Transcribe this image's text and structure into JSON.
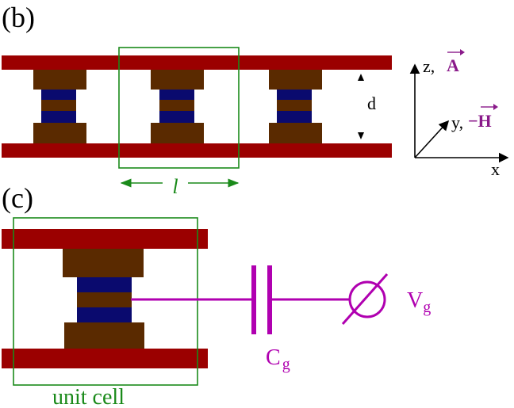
{
  "panel_b": {
    "label": "(b)",
    "dimension_label": "d",
    "length_label": "l"
  },
  "axes": {
    "z_label": "z,",
    "z_vector": "A",
    "y_label": "y,",
    "y_vector": "−H",
    "x_label": "x"
  },
  "panel_c": {
    "label": "(c)",
    "unit_cell_label": "unit cell",
    "capacitor_label": "C",
    "capacitor_sub": "g",
    "source_label": "V",
    "source_sub": "g"
  },
  "colors": {
    "electrode": "#9b0000",
    "metal_layer": "#5a2a00",
    "insulator_layer": "#0a0a6e",
    "frame": "#1a8a1a",
    "circuit": "#b000b0",
    "vector": "#8a1a8a"
  }
}
